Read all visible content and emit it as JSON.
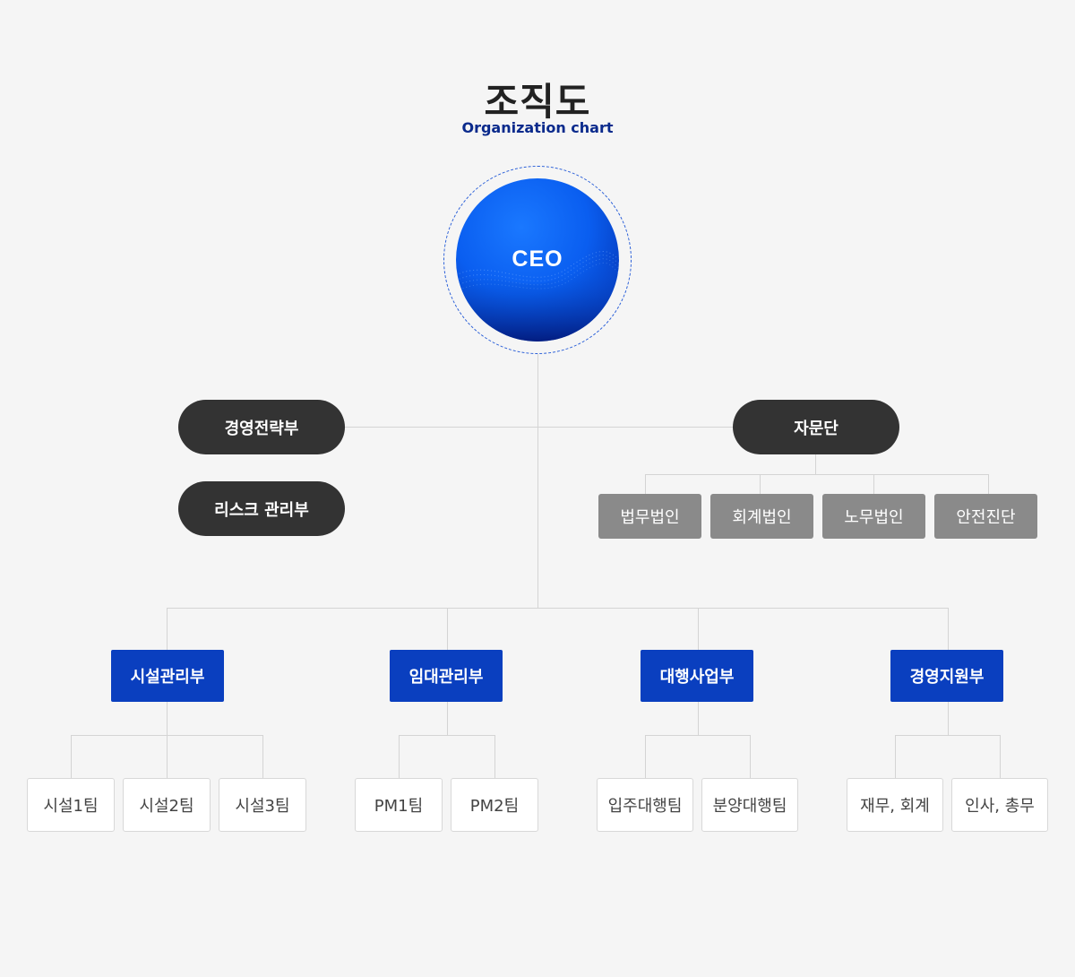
{
  "header": {
    "title": "조직도",
    "subtitle": "Organization chart"
  },
  "ceo": {
    "label": "CEO"
  },
  "staff_left": [
    {
      "label": "경영전략부"
    },
    {
      "label": "리스크 관리부"
    }
  ],
  "advisory": {
    "label": "자문단",
    "items": [
      {
        "label": "법무법인"
      },
      {
        "label": "회계법인"
      },
      {
        "label": "노무법인"
      },
      {
        "label": "안전진단"
      }
    ]
  },
  "departments": [
    {
      "label": "시설관리부",
      "teams": [
        {
          "label": "시설1팀"
        },
        {
          "label": "시설2팀"
        },
        {
          "label": "시설3팀"
        }
      ]
    },
    {
      "label": "임대관리부",
      "teams": [
        {
          "label": "PM1팀"
        },
        {
          "label": "PM2팀"
        }
      ]
    },
    {
      "label": "대행사업부",
      "teams": [
        {
          "label": "입주대행팀"
        },
        {
          "label": "분양대행팀"
        }
      ]
    },
    {
      "label": "경영지원부",
      "teams": [
        {
          "label": "재무, 회계"
        },
        {
          "label": "인사, 총무"
        }
      ]
    }
  ],
  "colors": {
    "background": "#f5f5f5",
    "title": "#222222",
    "subtitle": "#0a2a8c",
    "ceo_blue": "#0a5ef0",
    "pill_dark": "#333333",
    "advisory_gray": "#8a8a8a",
    "department_blue": "#0a3fbf",
    "connector": "#d4d4d4"
  }
}
